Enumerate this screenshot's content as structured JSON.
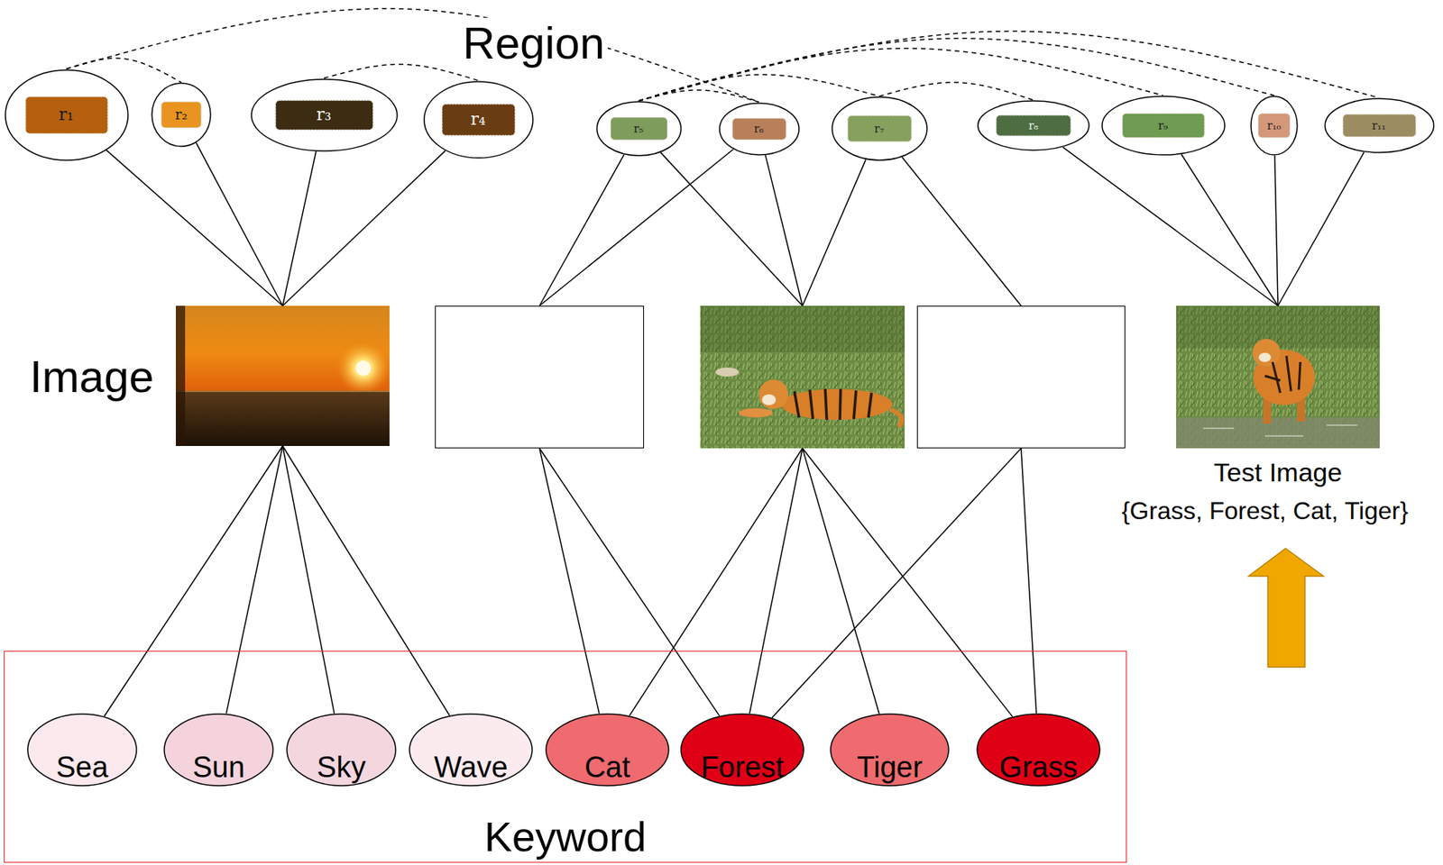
{
  "diagram": {
    "nodes": [
      {
        "text": [
          "r₁"
        ]
      },
      {
        "text": [
          "r₂"
        ]
      },
      {
        "text": [
          "r₃"
        ]
      },
      {
        "text": [
          "r₄"
        ]
      },
      {
        "text": [
          "r₅"
        ]
      },
      {
        "text": [
          "r₆"
        ]
      },
      {
        "text": [
          "r₇"
        ]
      },
      {
        "text": [
          "r₈"
        ]
      },
      {
        "text": [
          "r₉"
        ]
      },
      {
        "text": [
          "r₁₀"
        ]
      },
      {
        "text": [
          "r₁₁"
        ]
      },
      {
        "text": []
      },
      {
        "text": []
      },
      {
        "text": []
      },
      {
        "text": []
      },
      {
        "text": [
          "Test Image"
        ]
      },
      {
        "text": [
          "Keyword"
        ]
      },
      {
        "text": [
          "Sea"
        ],
        "in": 16
      },
      {
        "text": [
          "Sun"
        ],
        "in": 16
      },
      {
        "text": [
          "Sky"
        ],
        "in": 16
      },
      {
        "text": [
          "Wave"
        ],
        "in": 16
      },
      {
        "text": [
          "Cat"
        ],
        "in": 16
      },
      {
        "text": [
          "Forest"
        ],
        "in": 16
      },
      {
        "text": [
          "Tiger"
        ],
        "in": 16
      },
      {
        "text": [
          "Grass"
        ],
        "in": 16
      }
    ],
    "edges": [
      {
        "from": 0,
        "to": 1,
        "arrow": "none"
      },
      {
        "from": 0,
        "to": 5,
        "arrow": "none"
      },
      {
        "from": 2,
        "to": 3,
        "arrow": "none"
      },
      {
        "from": 4,
        "to": 5,
        "arrow": "none"
      },
      {
        "from": 4,
        "to": 6,
        "arrow": "none"
      },
      {
        "from": 4,
        "to": 8,
        "arrow": "none"
      },
      {
        "from": 4,
        "to": 9,
        "arrow": "none"
      },
      {
        "from": 4,
        "to": 10,
        "arrow": "none"
      },
      {
        "from": 6,
        "to": 7,
        "arrow": "none"
      },
      {
        "from": 0,
        "to": 11,
        "arrow": "none"
      },
      {
        "from": 1,
        "to": 11,
        "arrow": "none"
      },
      {
        "from": 2,
        "to": 11,
        "arrow": "none"
      },
      {
        "from": 3,
        "to": 11,
        "arrow": "none"
      },
      {
        "from": 4,
        "to": 12,
        "arrow": "none"
      },
      {
        "from": 4,
        "to": 13,
        "arrow": "none"
      },
      {
        "from": 5,
        "to": 12,
        "arrow": "none"
      },
      {
        "from": 5,
        "to": 13,
        "arrow": "none"
      },
      {
        "from": 6,
        "to": 13,
        "arrow": "none"
      },
      {
        "from": 6,
        "to": 14,
        "arrow": "none"
      },
      {
        "from": 7,
        "to": 15,
        "arrow": "none"
      },
      {
        "from": 8,
        "to": 15,
        "arrow": "none"
      },
      {
        "from": 9,
        "to": 15,
        "arrow": "none"
      },
      {
        "from": 10,
        "to": 15,
        "arrow": "none"
      },
      {
        "from": 11,
        "to": 17,
        "arrow": "none"
      },
      {
        "from": 11,
        "to": 18,
        "arrow": "none"
      },
      {
        "from": 11,
        "to": 19,
        "arrow": "none"
      },
      {
        "from": 11,
        "to": 20,
        "arrow": "none"
      },
      {
        "from": 12,
        "to": 21,
        "arrow": "none"
      },
      {
        "from": 12,
        "to": 22,
        "arrow": "none"
      },
      {
        "from": 13,
        "to": 21,
        "arrow": "none"
      },
      {
        "from": 13,
        "to": 22,
        "arrow": "none"
      },
      {
        "from": 13,
        "to": 23,
        "arrow": "none"
      },
      {
        "from": 13,
        "to": 24,
        "arrow": "none"
      },
      {
        "from": 14,
        "to": 22,
        "arrow": "none"
      },
      {
        "from": 14,
        "to": 24,
        "arrow": "none"
      }
    ],
    "labels": [
      "Region",
      "Image",
      "{Grass, Forest, Cat, Tiger}"
    ]
  }
}
